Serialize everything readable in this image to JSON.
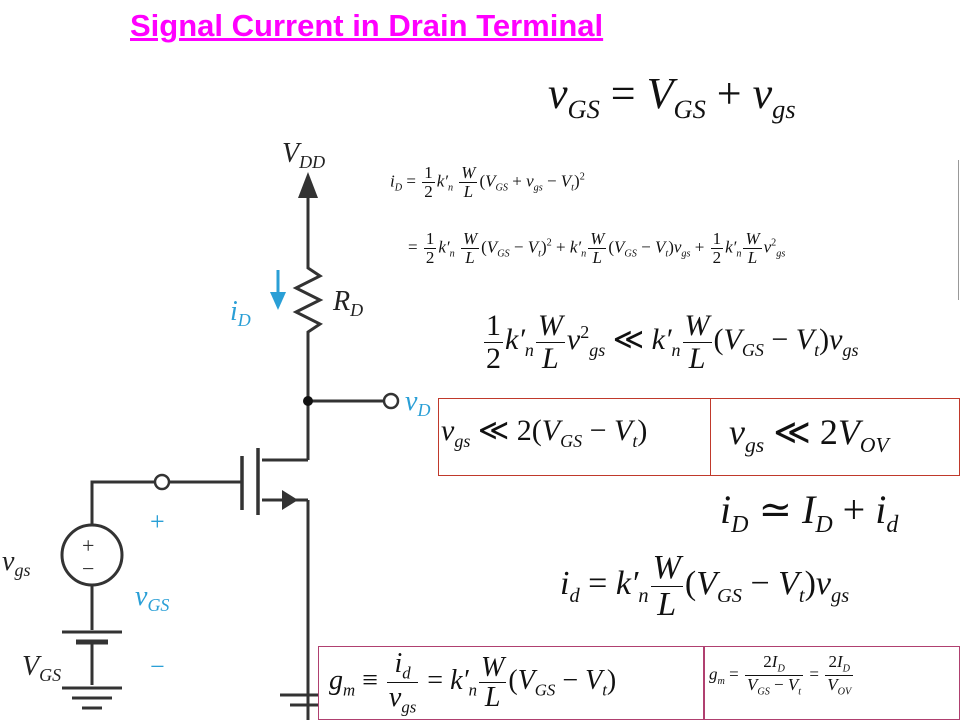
{
  "title": "Signal Current in Drain Terminal",
  "circuit": {
    "vdd": {
      "main": "V",
      "sub": "DD"
    },
    "rd": {
      "main": "R",
      "sub": "D"
    },
    "id": {
      "main": "i",
      "sub": "D"
    },
    "vd": {
      "main": "v",
      "sub": "D"
    },
    "vgs_small": {
      "main": "v",
      "sub": "gs"
    },
    "vgs_total": {
      "main": "v",
      "sub": "GS"
    },
    "vgs_dc": {
      "main": "V",
      "sub": "GS"
    },
    "plus": "+",
    "minus": "−",
    "label_color": "#2a9fd6"
  },
  "colors": {
    "title": "#ff00ff",
    "box_border": "#c0392b",
    "box_border_alt": "#b04070"
  }
}
